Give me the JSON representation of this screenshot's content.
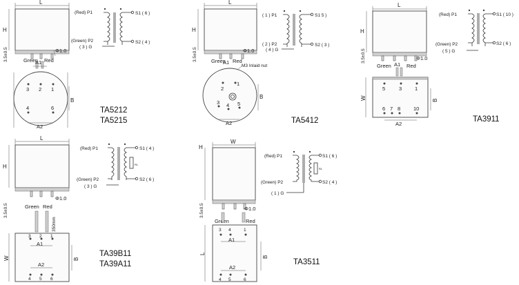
{
  "labels": {
    "L": "L",
    "W": "W",
    "H": "H",
    "B": "B",
    "A1": "A1",
    "A2": "A2",
    "lead_height": "3.5±0.5",
    "pin_dia": "Φ1.0",
    "green": "Green",
    "red": "Red",
    "lead_len": "350mm",
    "nut": "M3 Inlaid nut"
  },
  "schematic": {
    "p1_red": "(Red) P1",
    "p2_green": "(Green) P2",
    "p1_num": "( 1 ) P1",
    "p2_num": "( 2 ) P2",
    "g4": "( 4 ) G",
    "g5": "( 5 ) G",
    "g3": "( 3 ) G",
    "g1": "( 1 ) G",
    "s1_6": "S1 ( 6 )",
    "s2_4": "S2 ( 4 )",
    "s1_5": "S1 5 )",
    "s2_3": "S2 ( 3 )",
    "s1_10": "S1 ( 10 )",
    "s2_6": "S2 ( 6 )",
    "s1_4": "S1 ( 4 )",
    "s2_6b": "S2 ( 6 )",
    "s1_6b": "S1 ( 6 )",
    "s2_4b": "S2 ( 4 )",
    "rl": "RL"
  },
  "pins": {
    "ta5212_top": [
      "3",
      "2",
      "1"
    ],
    "ta5212_bot": [
      "4",
      "6"
    ],
    "ta5412_top": [
      "2",
      "1"
    ],
    "ta5412_bot": [
      "3",
      "4",
      "5"
    ],
    "ta3911_top": [
      "5",
      "3",
      "1"
    ],
    "ta3911_bot": [
      "6",
      "7",
      "8",
      "10"
    ],
    "ta39_top": [
      "3",
      "2",
      "1"
    ],
    "ta39_bot": [
      "4",
      "5",
      "6"
    ],
    "ta3511_top": [
      "3",
      "4",
      "1"
    ],
    "ta3511_bot": [
      "4",
      "5",
      "6"
    ]
  },
  "models": {
    "ta5212": "TA5212",
    "ta5215": "TA5215",
    "ta5412": "TA5412",
    "ta3911": "TA3911",
    "ta39b11": "TA39B11",
    "ta39a11": "TA39A11",
    "ta3511": "TA3511"
  }
}
